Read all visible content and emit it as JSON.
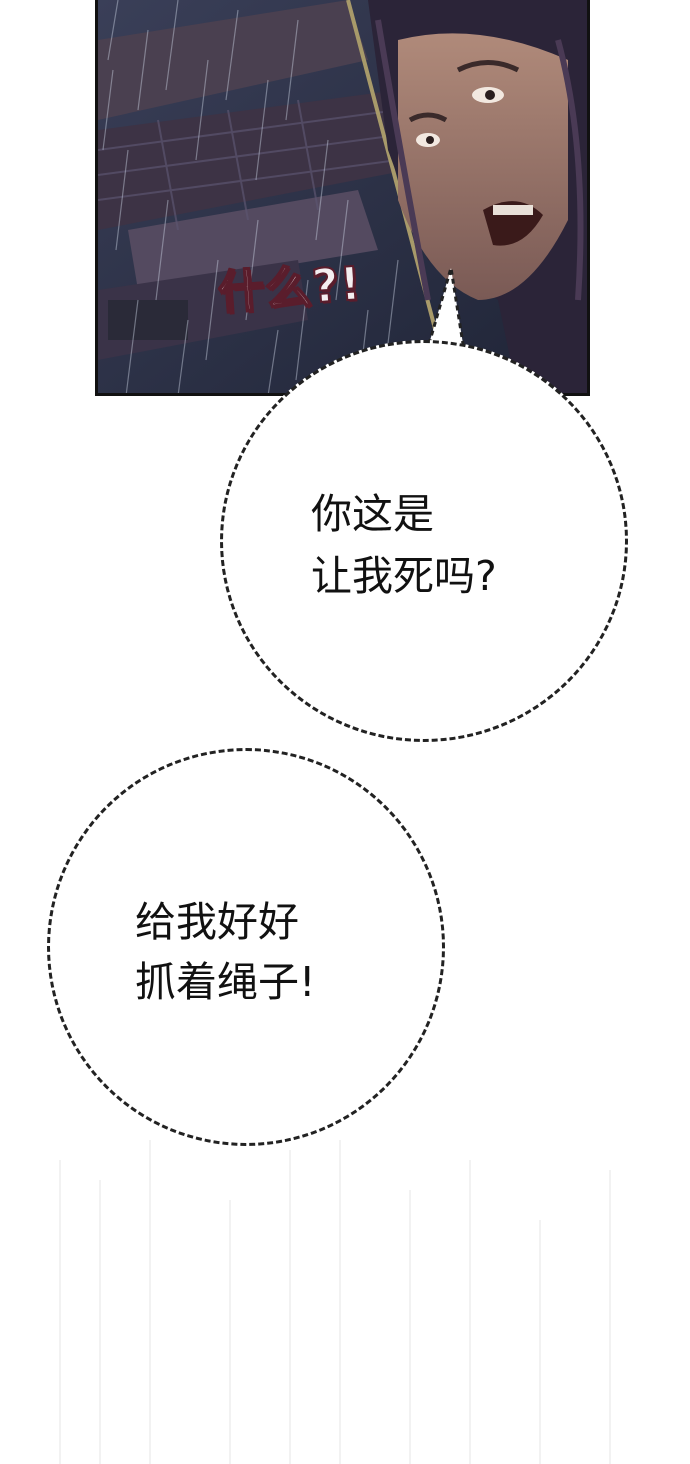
{
  "panel": {
    "sfx_text": "什么?!"
  },
  "bubble_top": {
    "line1": "你这是",
    "line2": "让我死吗?"
  },
  "bubble_bottom": {
    "line1": "给我好好",
    "line2": "抓着绳子!"
  },
  "colors": {
    "panel_bg": "#2a2f44",
    "sfx_outline": "#5a1d2c",
    "bubble_border": "#222222",
    "text": "#111111"
  }
}
